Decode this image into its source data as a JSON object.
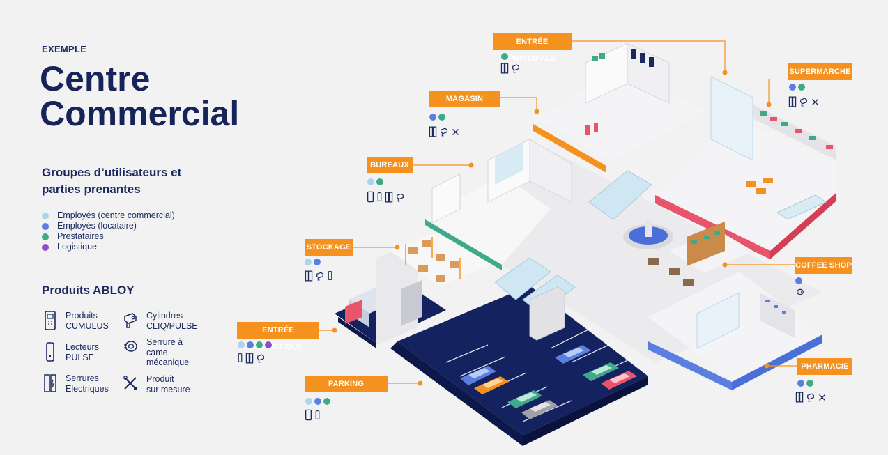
{
  "header": {
    "eyebrow": "EXEMPLE",
    "title_line1": "Centre",
    "title_line2": "Commercial"
  },
  "groups": {
    "heading_line1": "Groupes d’utilisateurs et",
    "heading_line2": "parties prenantes",
    "items": [
      {
        "label": "Employés (centre commercial)",
        "color": "#a9d6ee"
      },
      {
        "label": "Employés (locataire)",
        "color": "#5b7fe0"
      },
      {
        "label": "Prestataires",
        "color": "#3fa98a"
      },
      {
        "label": "Logistique",
        "color": "#8d4fc3"
      }
    ]
  },
  "products": {
    "heading": "Produits ABLOY",
    "items": [
      {
        "line1": "Produits",
        "line2": "CUMULUS",
        "line3": "",
        "icon": "cumulus-reader-icon"
      },
      {
        "line1": "Lecteurs",
        "line2": "PULSE",
        "line3": "",
        "icon": "pulse-reader-icon"
      },
      {
        "line1": "Serrures",
        "line2": "Electriques",
        "line3": "",
        "icon": "electric-lock-icon"
      },
      {
        "line1": "Cylindres",
        "line2": "CLIQ/PULSE",
        "line3": "",
        "icon": "cylinder-icon"
      },
      {
        "line1": "Serrure à",
        "line2": "came",
        "line3": "mécanique",
        "icon": "cam-lock-icon"
      },
      {
        "line1": "Produit",
        "line2": "sur mesure",
        "line3": "",
        "icon": "custom-product-icon"
      }
    ]
  },
  "zones": [
    {
      "label": "ENTRÉE PRINCIPALE",
      "dots": [
        "#3fa98a"
      ],
      "icons": [
        "electric-lock-icon",
        "cylinder-icon"
      ]
    },
    {
      "label": "MAGASIN",
      "dots": [
        "#5b7fe0",
        "#3fa98a"
      ],
      "icons": [
        "electric-lock-icon",
        "cylinder-icon",
        "custom-product-icon"
      ]
    },
    {
      "label": "SUPERMARCHE",
      "dots": [
        "#5b7fe0",
        "#3fa98a"
      ],
      "icons": [
        "electric-lock-icon",
        "cylinder-icon",
        "custom-product-icon"
      ]
    },
    {
      "label": "BUREAUX",
      "dots": [
        "#a9d6ee",
        "#3fa98a"
      ],
      "icons": [
        "cumulus-reader-icon",
        "pulse-reader-icon",
        "electric-lock-icon",
        "cylinder-icon"
      ]
    },
    {
      "label": "STOCKAGE",
      "dots": [
        "#a9d6ee",
        "#5b7fe0"
      ],
      "icons": [
        "electric-lock-icon",
        "cylinder-icon",
        "pulse-reader-icon"
      ]
    },
    {
      "label": "ENTRÉE LOGISTIQUE",
      "dots": [
        "#a9d6ee",
        "#5b7fe0",
        "#3fa98a",
        "#8d4fc3"
      ],
      "icons": [
        "pulse-reader-icon",
        "electric-lock-icon",
        "cylinder-icon"
      ]
    },
    {
      "label": "PARKING",
      "dots": [
        "#a9d6ee",
        "#5b7fe0",
        "#3fa98a"
      ],
      "icons": [
        "cumulus-reader-icon",
        "pulse-reader-icon"
      ]
    },
    {
      "label": "COFFEE SHOP",
      "dots": [
        "#5b7fe0"
      ],
      "icons": [
        "cam-lock-icon"
      ]
    },
    {
      "label": "PHARMACIE",
      "dots": [
        "#5b7fe0",
        "#3fa98a"
      ],
      "icons": [
        "electric-lock-icon",
        "cylinder-icon",
        "custom-product-icon"
      ]
    }
  ],
  "colors": {
    "accent": "#f5921f",
    "navy": "#16245a",
    "parking": "#142260",
    "supermarket_edge": "#e8546a",
    "pharmacy_edge": "#5b7fe0",
    "office_edge": "#3fa98a",
    "shop_edge": "#f5921f"
  }
}
